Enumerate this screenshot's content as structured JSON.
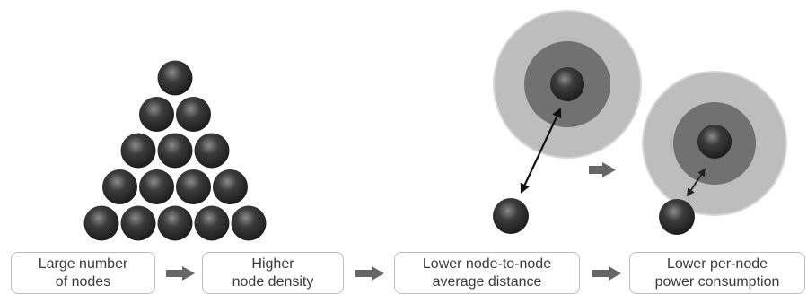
{
  "colors": {
    "node_dark": "#2a2a2a",
    "coverage_inner": "#6e6e6e",
    "coverage_outer": "#bcbcbc",
    "arrow_gray": "#666666",
    "box_border": "#bdbdbd",
    "text": "#3a3a3a"
  },
  "illustration": {
    "pyramid_rows": [
      1,
      2,
      3,
      4,
      5
    ]
  },
  "steps": [
    {
      "label": "Large number\nof nodes"
    },
    {
      "label": "Higher\nnode density"
    },
    {
      "label": "Lower node-to-node\naverage distance"
    },
    {
      "label": "Lower per-node\npower consumption"
    }
  ]
}
